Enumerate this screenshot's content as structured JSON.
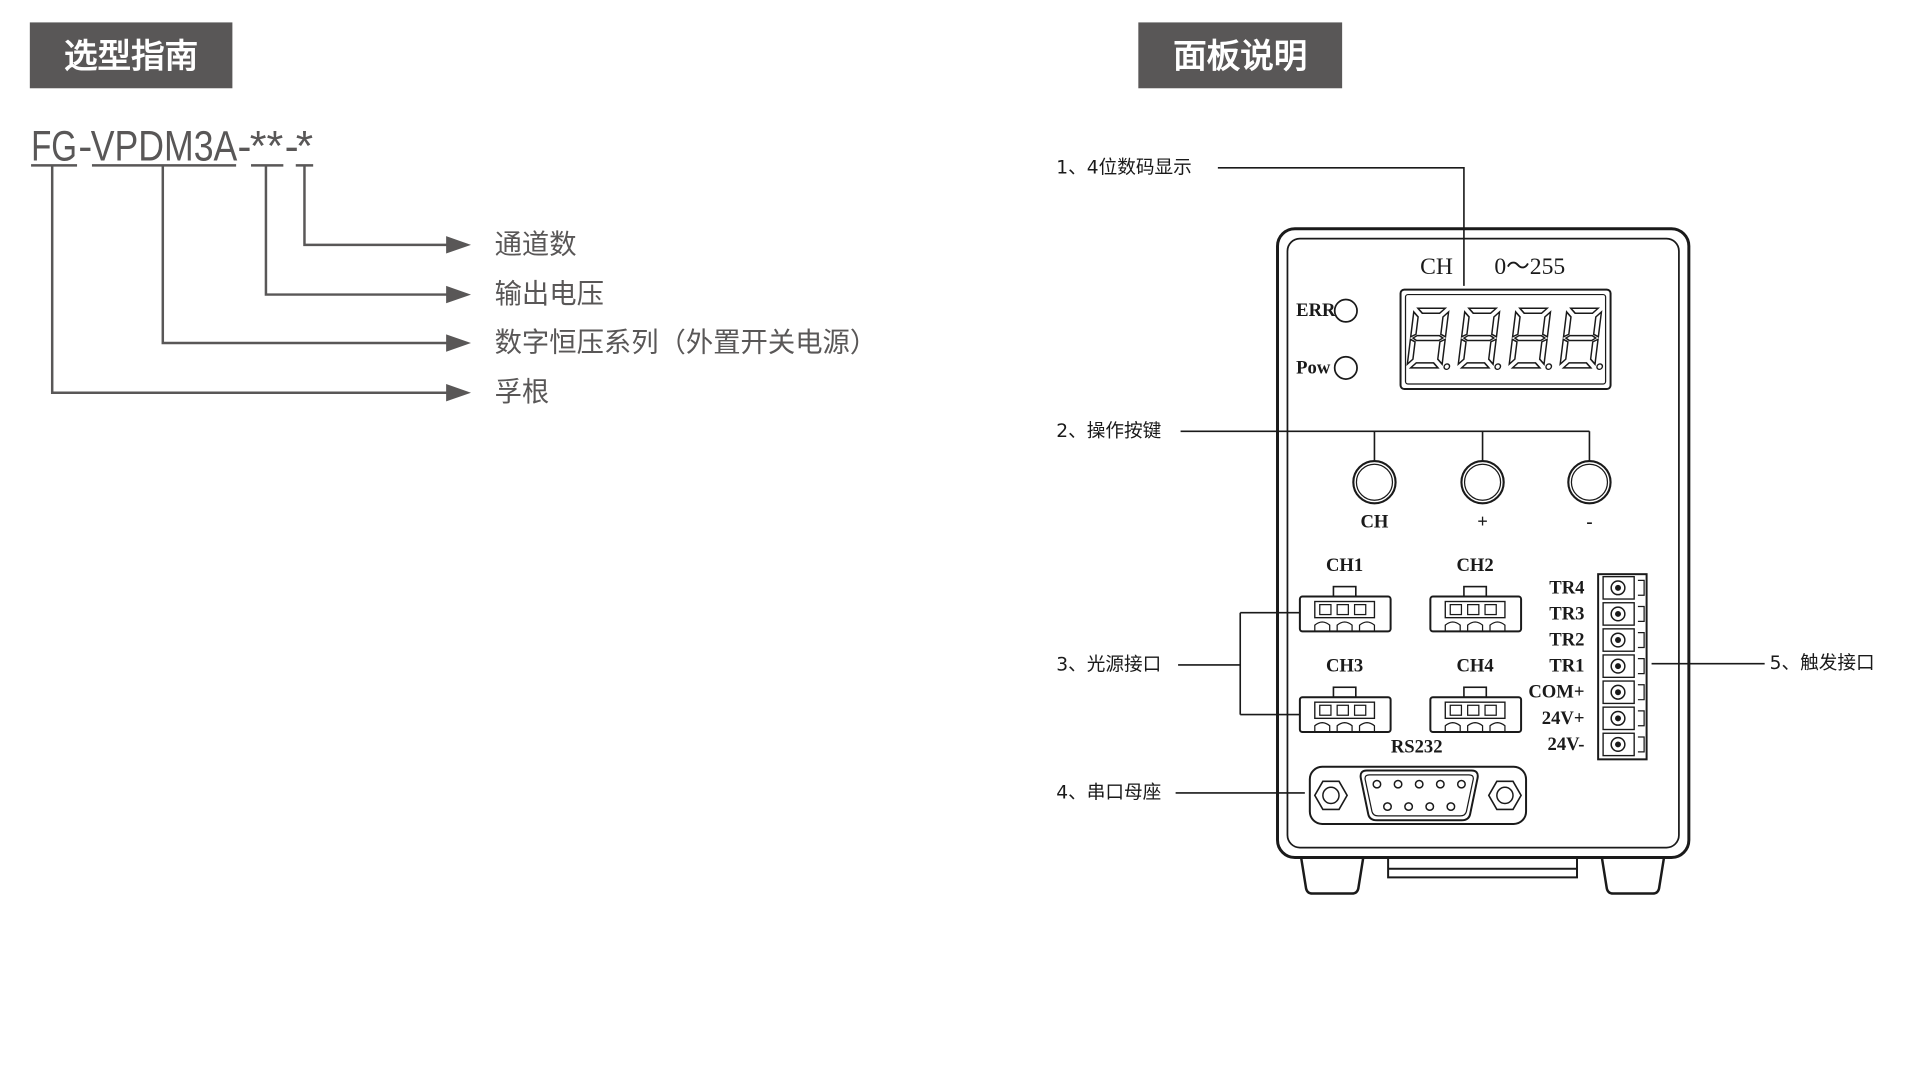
{
  "theme": {
    "header_bg": "#595757",
    "guide_text": "#595757",
    "ink": "#1a1a1a"
  },
  "selection_guide": {
    "title": "选型指南",
    "model_code": {
      "brand": "FG",
      "dash1": "-",
      "series": "VPDM3A",
      "dash2": "-",
      "voltage": "**",
      "dash3": "-",
      "channels": "*"
    },
    "legend": {
      "channels": "通道数",
      "voltage": "输出电压",
      "series": "数字恒压系列（外置开关电源）",
      "brand": "孚根"
    }
  },
  "panel_guide": {
    "title": "面板说明",
    "callouts": {
      "display": "1、4位数码显示",
      "keys": "2、操作按键",
      "light_ports": "3、光源接口",
      "serial_port": "4、串口母座",
      "trigger_port": "5、触发接口"
    },
    "device": {
      "channel_label": "CH",
      "range_label": "0～255",
      "indicators": [
        "ERR",
        "Pow"
      ],
      "buttons": [
        "CH",
        "+",
        "-"
      ],
      "light_ports": [
        "CH1",
        "CH2",
        "CH3",
        "CH4"
      ],
      "serial_label": "RS232",
      "terminals": [
        "TR4",
        "TR3",
        "TR2",
        "TR1",
        "COM+",
        "24V+",
        "24V-"
      ]
    }
  }
}
